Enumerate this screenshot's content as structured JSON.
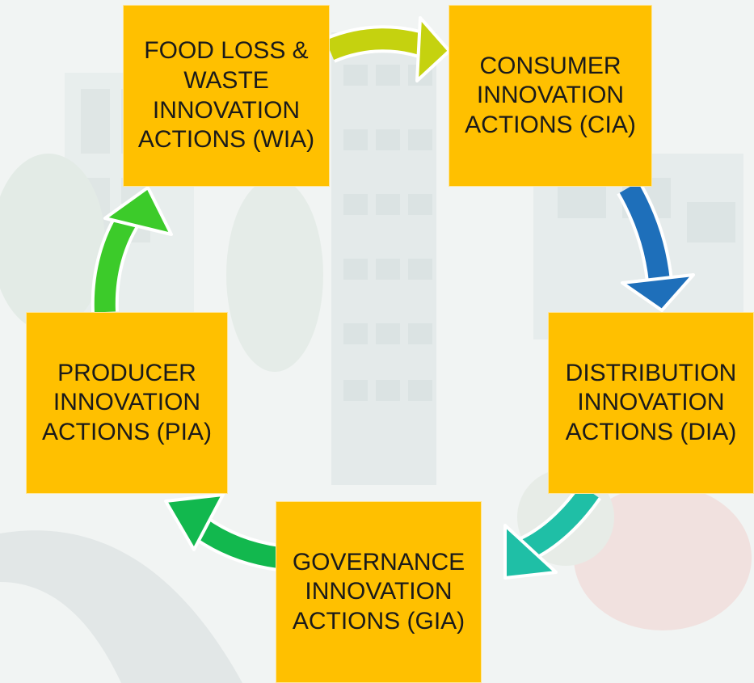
{
  "diagram": {
    "type": "cycle",
    "node_color": "#FFC000",
    "nodes": [
      {
        "id": "wia",
        "label": "FOOD LOSS & WASTE INNOVATION ACTIONS (WIA)"
      },
      {
        "id": "cia",
        "label": "CONSUMER INNOVATION ACTIONS (CIA)"
      },
      {
        "id": "dia",
        "label": "DISTRIBUTION INNOVATION ACTIONS (DIA)"
      },
      {
        "id": "gia",
        "label": "GOVERNANCE INNOVATION ACTIONS (GIA)"
      },
      {
        "id": "pia",
        "label": "PRODUCER INNOVATION ACTIONS (PIA)"
      }
    ],
    "edges": [
      {
        "from": "wia",
        "to": "cia",
        "color": "#C5D20F"
      },
      {
        "from": "cia",
        "to": "dia",
        "color": "#1E6FBA"
      },
      {
        "from": "dia",
        "to": "gia",
        "color": "#1FBFA6"
      },
      {
        "from": "gia",
        "to": "pia",
        "color": "#12B84E"
      },
      {
        "from": "pia",
        "to": "wia",
        "color": "#3CCB2A"
      }
    ]
  }
}
